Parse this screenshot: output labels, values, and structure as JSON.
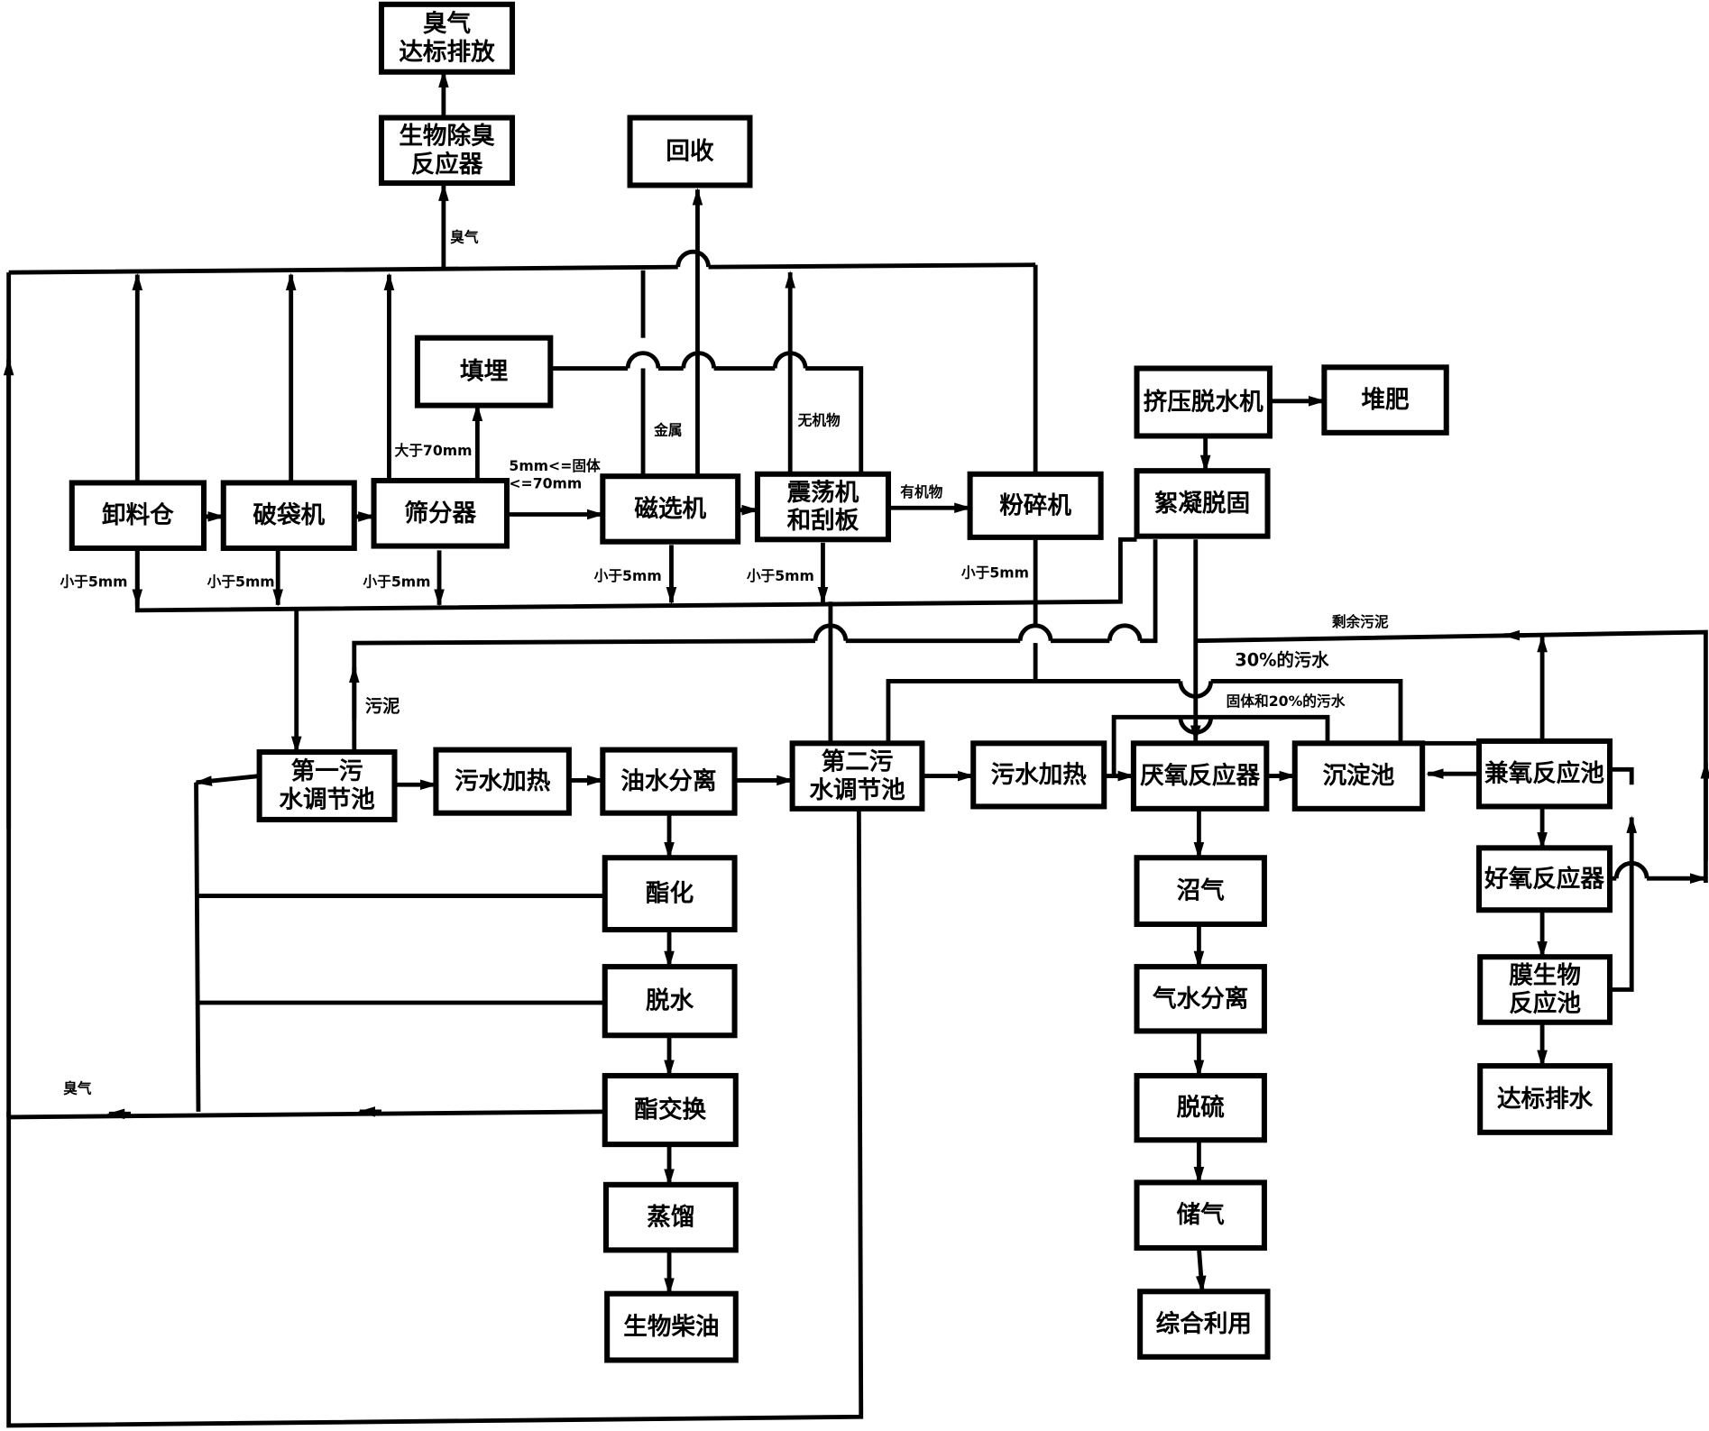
{
  "title": "厨余垃圾与餐厨废水综合处理工艺流程图",
  "nodes": {
    "odor_discharge": [
      "臭气",
      "达标排放"
    ],
    "bio_deodor": [
      "生物除臭",
      "反应器"
    ],
    "recycle": [
      "回收"
    ],
    "landfill": [
      "填埋"
    ],
    "unloading": [
      "卸料仓"
    ],
    "bag_breaker": [
      "破袋机"
    ],
    "screen": [
      "筛分器"
    ],
    "magnetic": [
      "磁选机"
    ],
    "vibrator": [
      "震荡机",
      "和刮板"
    ],
    "crusher": [
      "粉碎机"
    ],
    "press_dewater": [
      "挤压脱水机"
    ],
    "compost": [
      "堆肥"
    ],
    "flocculation": [
      "絮凝脱固"
    ],
    "tank1": [
      "第一污",
      "水调节池"
    ],
    "heat1": [
      "污水加热"
    ],
    "oil_water": [
      "油水分离"
    ],
    "tank2": [
      "第二污",
      "水调节池"
    ],
    "heat2": [
      "污水加热"
    ],
    "anaerobic": [
      "厌氧反应器"
    ],
    "sediment": [
      "沉淀池"
    ],
    "facultative": [
      "兼氧反应池"
    ],
    "esterify": [
      "酯化"
    ],
    "dehydrate": [
      "脱水"
    ],
    "transester": [
      "酯交换"
    ],
    "distill": [
      "蒸馏"
    ],
    "biodiesel": [
      "生物柴油"
    ],
    "biogas": [
      "沼气"
    ],
    "gas_water": [
      "气水分离"
    ],
    "desulfur": [
      "脱硫"
    ],
    "gas_store": [
      "储气"
    ],
    "utilize": [
      "综合利用"
    ],
    "aerobic": [
      "好氧反应器"
    ],
    "membrane": [
      "膜生物",
      "反应池"
    ],
    "discharge_water": [
      "达标排水"
    ]
  },
  "labels": {
    "odor_top": "臭气",
    "odor_left": "臭气",
    "gt70": "大于70mm",
    "range1": "5mm<=固体",
    "range2": "<=70mm",
    "metal": "金属",
    "inorganic": "无机物",
    "organic": "有机物",
    "lt5": "小于5mm",
    "sludge": "污泥",
    "excess_sludge": "剩余污泥",
    "water30": "30%的污水",
    "solid20": "固体和20%的污水"
  }
}
